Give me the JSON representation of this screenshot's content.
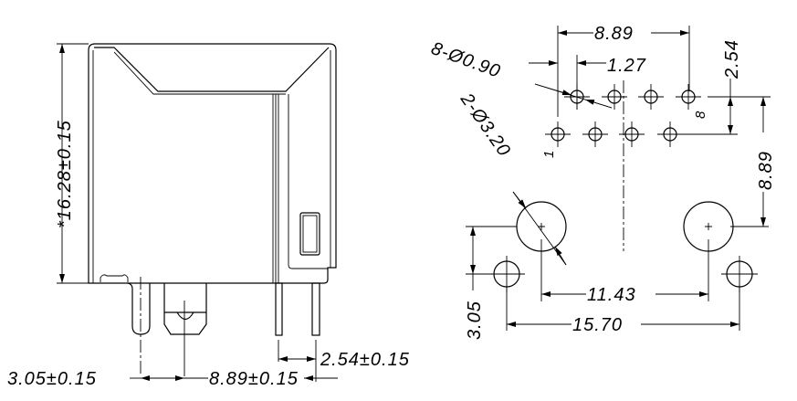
{
  "side_view": {
    "height_dim": "*16.28±0.15",
    "pin_pitch_dim": "2.54±0.15",
    "post_offset_dim": "3.05±0.15",
    "post_to_pin_dim": "8.89±0.15"
  },
  "footprint": {
    "row_width_dim": "8.89",
    "small_hole_callout": "8-Ø0.90",
    "pin_offset_dim": "1.27",
    "row_spacing_dim": "2.54",
    "hole_to_post_dim": "8.89",
    "post_hole_callout": "2-Ø3.20",
    "post_spacing_dim": "11.43",
    "outer_spacing_dim": "15.70",
    "post_vertical_dim": "3.05",
    "pin1_mark": "1",
    "pin8_mark": "8"
  }
}
